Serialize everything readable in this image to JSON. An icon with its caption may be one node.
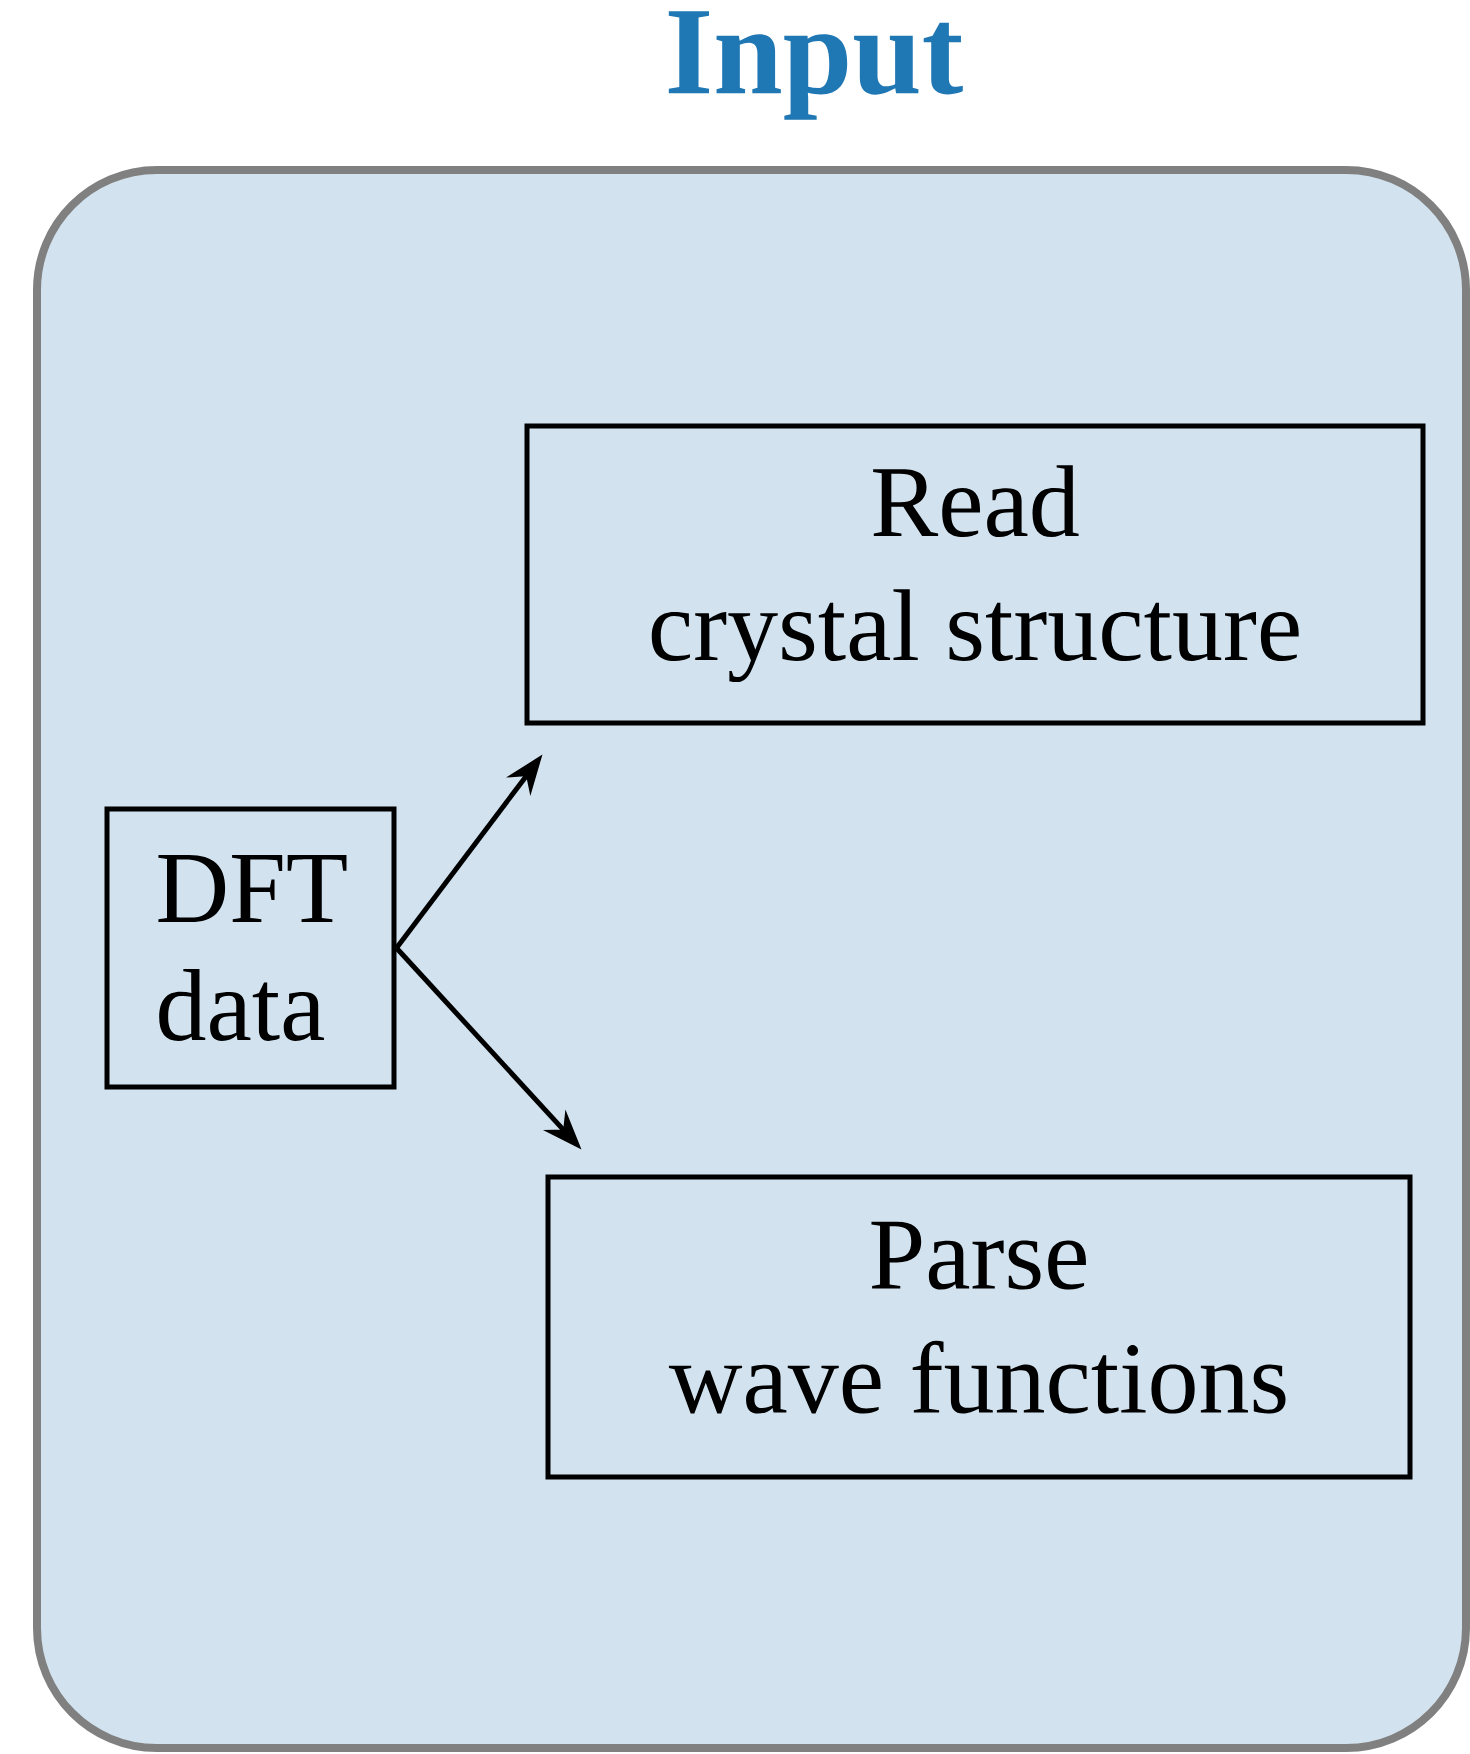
{
  "diagram": {
    "nodes": [
      {
        "text": [
          "Input"
        ]
      },
      {
        "text": [
          "DFT data"
        ],
        "in": 0
      },
      {
        "text": [
          "Read",
          "crystal structure"
        ],
        "in": 0
      },
      {
        "text": [
          "Parse",
          "wave functions"
        ],
        "in": 0
      }
    ],
    "edges": [
      {
        "from": 1,
        "to": 2,
        "arrow": "to"
      },
      {
        "from": 1,
        "to": 3,
        "arrow": "to"
      }
    ]
  }
}
